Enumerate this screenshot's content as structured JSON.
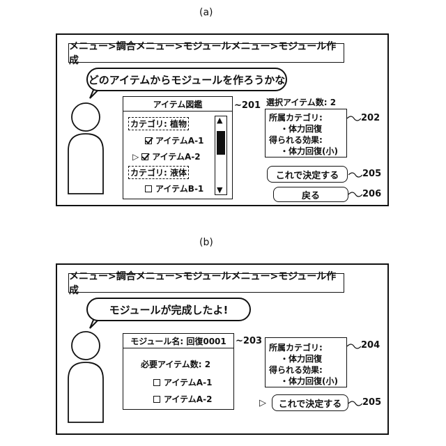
{
  "panel_a": {
    "label": "(a)",
    "breadcrumb": "メニュー>調合メニュー>モジュールメニュー>モジュール作成",
    "speech": "どのアイテムからモジュールを作ろうかな",
    "list_title": "アイテム図鑑",
    "list_ref": "~201",
    "rows": {
      "cat1": "カテゴリ: 植物",
      "itemA1": "アイテムA-1",
      "itemA2": "アイテムA-2",
      "cat2": "カテゴリ: 液体",
      "itemB1": "アイテムB-1",
      "pointer": "▷"
    },
    "scroll_up": "▲",
    "scroll_down": "▼",
    "selected_count": "選択アイテム数: 2",
    "info": {
      "line1": "所属カテゴリ:",
      "line2": "・体力回復",
      "line3": "得られる効果:",
      "line4": "・体力回復(小)"
    },
    "info_ref": "202",
    "confirm_label": "これで決定する",
    "confirm_ref": "205",
    "back_label": "戻る",
    "back_ref": "206"
  },
  "panel_b": {
    "label": "(b)",
    "breadcrumb": "メニュー>調合メニュー>モジュールメニュー>モジュール作成",
    "speech": "モジュールが完成したよ!",
    "module_name": "モジュール名: 回復0001",
    "module_ref": "~203",
    "required_count": "必要アイテム数: 2",
    "item1": "アイテムA-1",
    "item2": "アイテムA-2",
    "info": {
      "line1": "所属カテゴリ:",
      "line2": "・体力回復",
      "line3": "得られる効果:",
      "line4": "・体力回復(小)"
    },
    "info_ref": "204",
    "pointer": "▷",
    "confirm_label": "これで決定する",
    "confirm_ref": "205"
  }
}
